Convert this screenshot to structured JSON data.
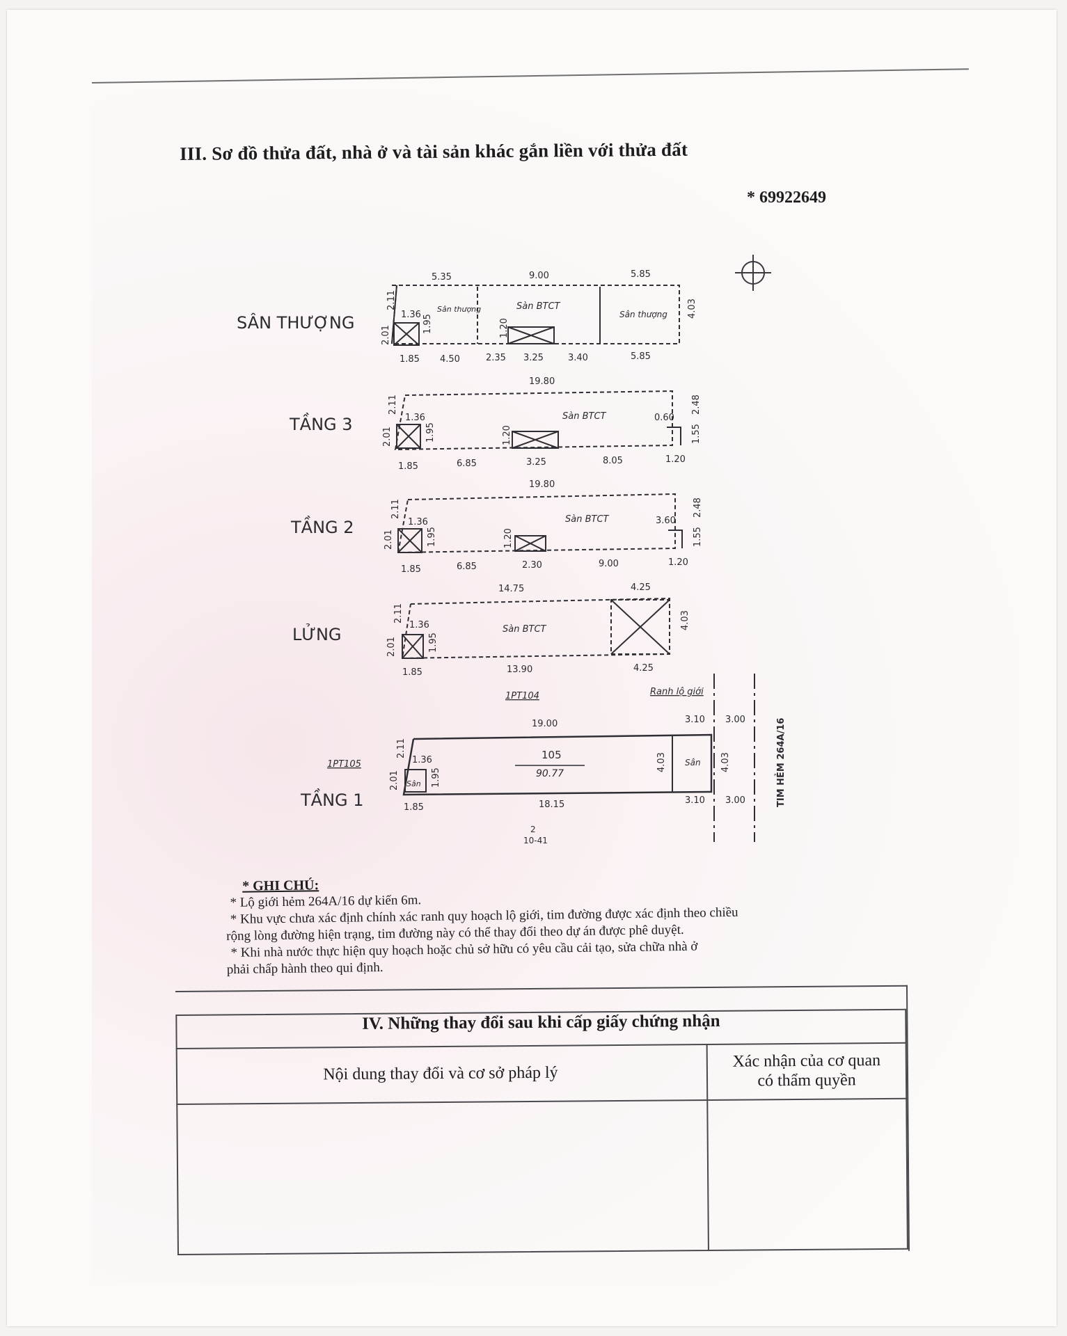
{
  "section3": {
    "heading": "III. Sơ đồ thửa đất, nhà ở và tài sản khác gắn liền với thửa đất",
    "serial": "* 69922649"
  },
  "floors": {
    "san_thuong": "SÂN THƯỢNG",
    "tang3": "TẦNG 3",
    "tang2": "TẦNG 2",
    "lung": "LỬNG",
    "tang1": "TẦNG 1"
  },
  "plan_labels": {
    "san_thuong_top": [
      "5.35",
      "9.00",
      "5.85"
    ],
    "san_thuong_bottom": [
      "1.85",
      "4.50",
      "2.35",
      "3.25",
      "3.40",
      "5.85"
    ],
    "san_thuong_left": [
      "2.01",
      "2.11"
    ],
    "san_thuong_inner": [
      "1.36",
      "1.95",
      "1.20"
    ],
    "san_thuong_right": "4.03",
    "san_thuong_rooms": [
      "Sân thượng",
      "Sàn BTCT",
      "Sân thượng"
    ],
    "tang3_top": "19.80",
    "tang3_bottom": [
      "1.85",
      "6.85",
      "3.25",
      "8.05",
      "1.20"
    ],
    "tang3_left": [
      "2.01",
      "2.11"
    ],
    "tang3_inner": [
      "1.36",
      "1.95",
      "1.20",
      "0.60"
    ],
    "tang3_right": [
      "1.55",
      "2.48"
    ],
    "tang3_room": "Sàn BTCT",
    "tang2_top": "19.80",
    "tang2_bottom": [
      "1.85",
      "6.85",
      "2.30",
      "9.00",
      "1.20"
    ],
    "tang2_left": [
      "2.01",
      "2.11"
    ],
    "tang2_inner": [
      "1.36",
      "1.95",
      "1.20",
      "3.60"
    ],
    "tang2_right": [
      "1.55",
      "2.48"
    ],
    "tang2_room": "Sàn BTCT",
    "lung_top": [
      "14.75",
      "4.25"
    ],
    "lung_bottom": [
      "1.85",
      "13.90",
      "4.25"
    ],
    "lung_left": [
      "2.01",
      "2.11"
    ],
    "lung_inner": [
      "1.36",
      "1.95"
    ],
    "lung_right": "4.03",
    "lung_room": "Sàn BTCT",
    "tang1_parcel_top": "1PT104",
    "tang1_parcel_left": "1PT105",
    "tang1_ranh": "Ranh lộ giới",
    "tang1_top": "19.00",
    "tang1_top_right": [
      "3.10",
      "3.00"
    ],
    "tang1_bottom": [
      "1.85",
      "18.15"
    ],
    "tang1_bottom_right": [
      "3.10",
      "3.00"
    ],
    "tang1_left": [
      "2.01",
      "2.11"
    ],
    "tang1_inner": [
      "1.36",
      "1.95",
      "4.03",
      "4.03"
    ],
    "tang1_area": "105",
    "tang1_area2": "90.77",
    "tang1_san_left": "Sân",
    "tang1_san_right": "Sân",
    "tang1_street": "TIM HẺM 264A/16",
    "tang1_below": [
      "2",
      "10-41"
    ]
  },
  "notes": {
    "title": "* GHI CHÚ:",
    "line1": "* Lộ giới hẻm 264A/16 dự kiến 6m.",
    "line2": "* Khu vực chưa xác định chính xác ranh quy hoạch lộ giới, tim đường được xác định theo chiều",
    "line3": "rộng lòng đường hiện trạng, tim đường này có thể thay đổi theo dự án được phê duyệt.",
    "line4": "* Khi nhà nước thực hiện quy hoạch hoặc chủ sở hữu có yêu cầu cải tạo, sửa chữa nhà ở",
    "line5": "phải chấp hành theo qui định."
  },
  "section4": {
    "title": "IV. Những thay đổi sau khi cấp giấy chứng nhận",
    "col1": "Nội dung thay đổi và cơ sở pháp lý",
    "col2_line1": "Xác nhận của cơ quan",
    "col2_line2": "có thẩm quyền"
  }
}
